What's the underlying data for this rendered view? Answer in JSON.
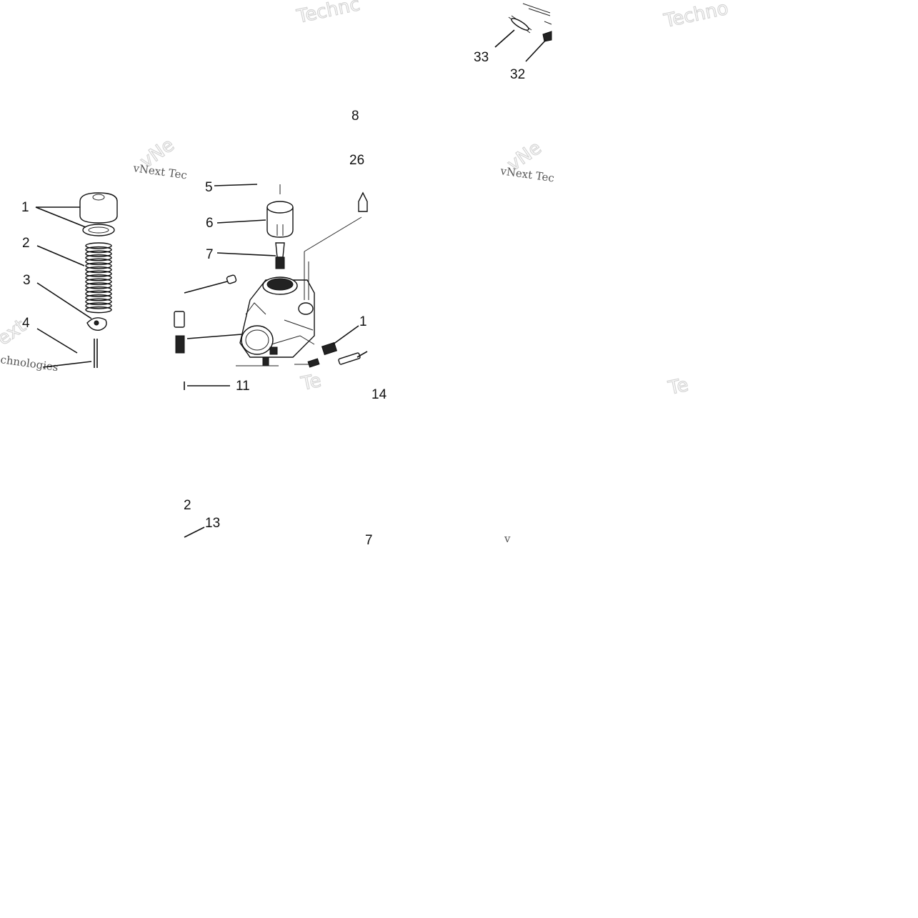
{
  "diagram": {
    "callouts": {
      "c1": "1",
      "c2": "2",
      "c3": "3",
      "c4": "4",
      "c5": "5",
      "c6": "6",
      "c7": "7",
      "c8": "8",
      "c11": "11",
      "c12": "1",
      "c14": "14",
      "c26": "26",
      "c32": "32",
      "c33": "33",
      "c2b": "2",
      "c13": "13",
      "c7b": "7",
      "cv": "v"
    },
    "watermarks": {
      "w1": "Technc",
      "w2": "Techno",
      "w3": "vNext Tec",
      "w4": "vNext Tec",
      "w5": "Te",
      "w6": "Te",
      "w7": "ext",
      "w8": "chnologies",
      "w9": "vNe",
      "w10": "vNe"
    }
  }
}
